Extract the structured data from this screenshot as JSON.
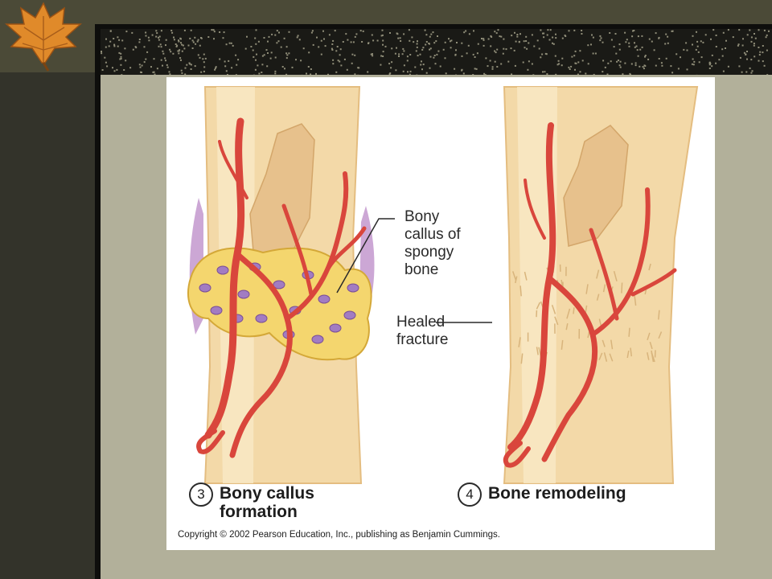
{
  "figure": {
    "labels": {
      "bony_callus": [
        "Bony",
        "callus of",
        "spongy",
        "bone"
      ],
      "healed_fracture": [
        "Healed",
        "fracture"
      ]
    },
    "panels": [
      {
        "number": "3",
        "title": [
          "Bony callus",
          "formation"
        ]
      },
      {
        "number": "4",
        "title": [
          "Bone remodeling"
        ]
      }
    ],
    "copyright": "Copyright © 2002 Pearson Education, Inc., publishing as Benjamin Cummings."
  },
  "colors": {
    "slide_background": "#b2b09a",
    "bone": "#f4ddb0",
    "vessel": "#d9463c",
    "callus": "#f3d36c",
    "cell": "#a27cc2"
  }
}
